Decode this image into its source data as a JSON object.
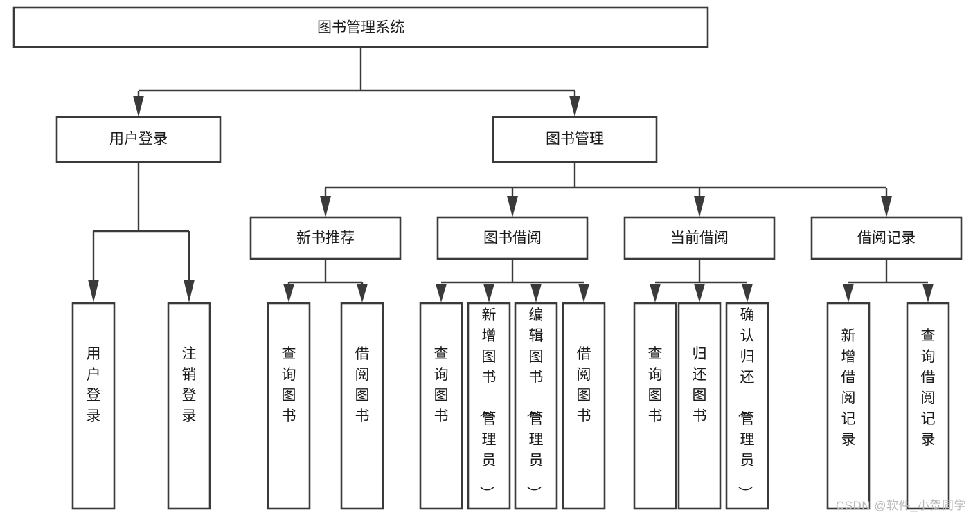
{
  "diagram": {
    "title": "图书管理系统",
    "type": "tree",
    "watermark": "CSDN @软件_小贺同学",
    "colors": {
      "box_stroke": "#3a3a3a",
      "box_fill": "#ffffff",
      "text": "#1a1a1a",
      "connector": "#3a3a3a",
      "watermark": "#b9b9b9",
      "background": "#ffffff"
    },
    "root": {
      "id": "root",
      "label": "图书管理系统"
    },
    "level2": [
      {
        "id": "user-login",
        "label": "用户登录"
      },
      {
        "id": "book-manage",
        "label": "图书管理"
      }
    ],
    "level3": [
      {
        "id": "new-book-recommend",
        "label": "新书推荐",
        "parent": "book-manage"
      },
      {
        "id": "book-borrow",
        "label": "图书借阅",
        "parent": "book-manage"
      },
      {
        "id": "current-borrow",
        "label": "当前借阅",
        "parent": "book-manage"
      },
      {
        "id": "borrow-record",
        "label": "借阅记录",
        "parent": "book-manage"
      }
    ],
    "leaves": {
      "user-login": [
        {
          "id": "leaf-user-login",
          "label": "用户登录"
        },
        {
          "id": "leaf-user-logout",
          "label": "注销登录"
        }
      ],
      "new-book-recommend": [
        {
          "id": "leaf-query-book-1",
          "label": "查询图书"
        },
        {
          "id": "leaf-borrow-book-1",
          "label": "借阅图书"
        }
      ],
      "book-borrow": [
        {
          "id": "leaf-query-book-2",
          "label": "查询图书"
        },
        {
          "id": "leaf-add-book",
          "label": "新增图书（管理员）"
        },
        {
          "id": "leaf-edit-book",
          "label": "编辑图书（管理员）"
        },
        {
          "id": "leaf-borrow-book-2",
          "label": "借阅图书"
        }
      ],
      "current-borrow": [
        {
          "id": "leaf-query-book-3",
          "label": "查询图书"
        },
        {
          "id": "leaf-return-book",
          "label": "归还图书"
        },
        {
          "id": "leaf-confirm-return",
          "label": "确认归还（管理员）"
        }
      ],
      "borrow-record": [
        {
          "id": "leaf-add-record",
          "label": "新增借阅记录"
        },
        {
          "id": "leaf-query-record",
          "label": "查询借阅记录"
        }
      ]
    }
  }
}
